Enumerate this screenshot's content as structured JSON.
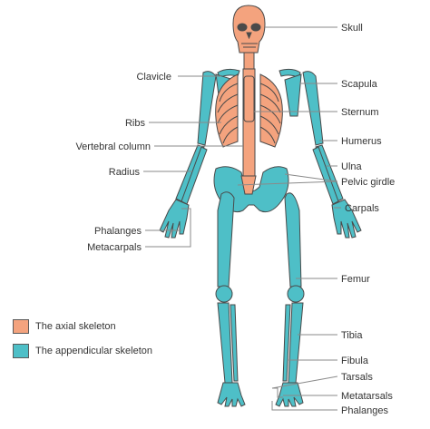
{
  "colors": {
    "axial": "#F4A37E",
    "appendicular": "#4EBFC7",
    "outline": "#4a4a4a",
    "leader": "#8a8a8a",
    "text": "#333333"
  },
  "labels": {
    "skull": "Skull",
    "clavicle": "Clavicle",
    "scapula": "Scapula",
    "ribs": "Ribs",
    "sternum": "Sternum",
    "vertebral_column": "Vertebral column",
    "humerus": "Humerus",
    "radius": "Radius",
    "ulna": "Ulna",
    "pelvic_girdle": "Pelvic girdle",
    "carpals": "Carpals",
    "phalanges_hand": "Phalanges",
    "metacarpals": "Metacarpals",
    "femur": "Femur",
    "tibia": "Tibia",
    "fibula": "Fibula",
    "tarsals": "Tarsals",
    "metatarsals": "Metatarsals",
    "phalanges_foot": "Phalanges"
  },
  "legend": {
    "axial_label": "The axial skeleton",
    "appendicular_label": "The appendicular skeleton"
  }
}
